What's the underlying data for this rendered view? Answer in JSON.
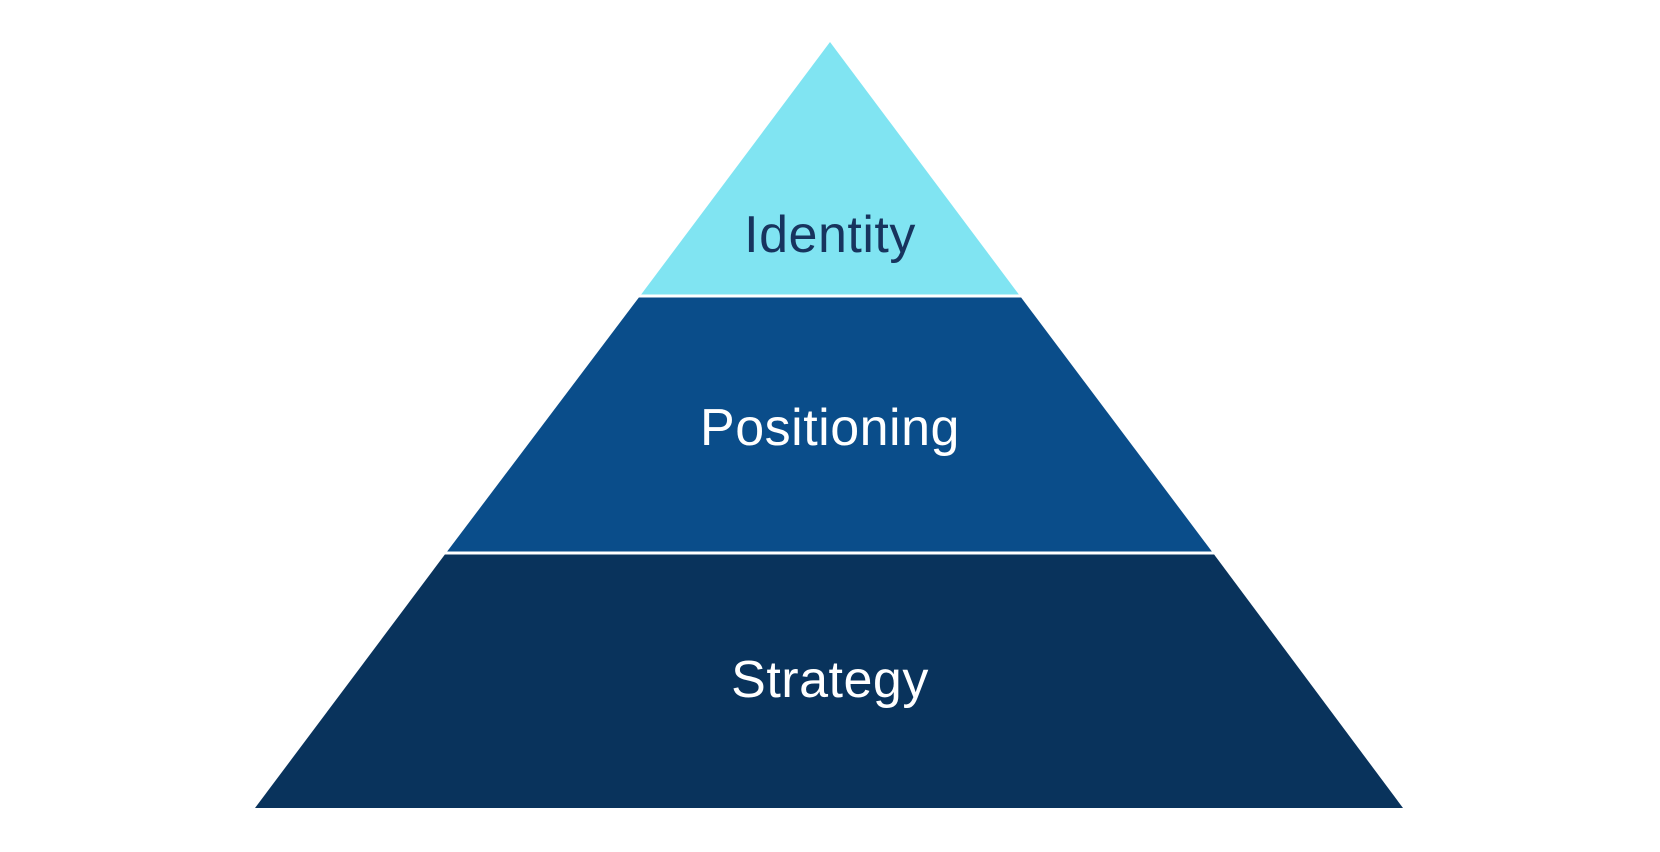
{
  "pyramid": {
    "background_color": "#FFFFFF",
    "divider_color": "#FFFFFF",
    "levels": [
      {
        "id": "identity",
        "label": "Identity",
        "color": "#80E4F2",
        "text_color": "#17345E"
      },
      {
        "id": "positioning",
        "label": "Positioning",
        "color": "#0A4D8A",
        "text_color": "#FFFFFF"
      },
      {
        "id": "strategy",
        "label": "Strategy",
        "color": "#09335C",
        "text_color": "#FFFFFF"
      }
    ]
  }
}
